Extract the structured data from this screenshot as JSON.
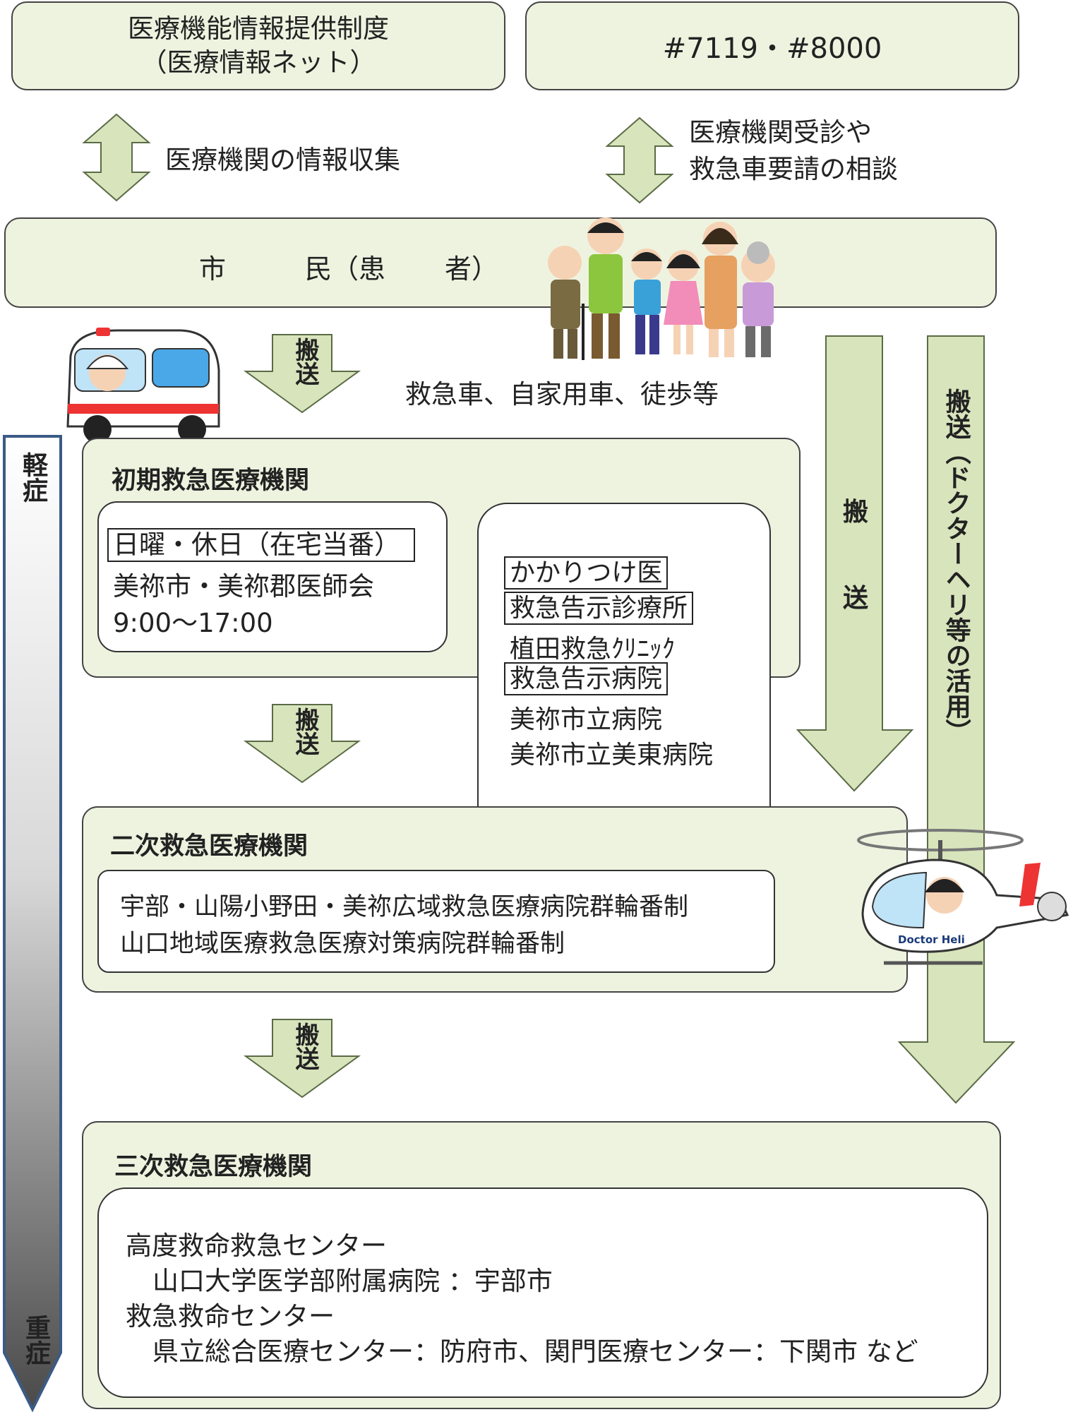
{
  "top_left_box": {
    "line1": "医療機能情報提供制度",
    "line2": "（医療情報ネット）"
  },
  "top_right_box": {
    "text": "#7119・#8000"
  },
  "left_exchange_label": "医療機関の情報収集",
  "right_exchange_label": {
    "line1": "医療機関受診や",
    "line2": "救急車要請の相談"
  },
  "citizen_bar": {
    "part1": "市",
    "part2": "民（患",
    "part3": "者）"
  },
  "transport_label": "搬送",
  "transport_means": "救急車、自家用車、徒歩等",
  "right_transport_label": "搬送",
  "doctor_heli_label": "搬送（ドクターヘリ等の活用）",
  "heli_logo_text": "Doctor Heli",
  "severity": {
    "mild": "軽症",
    "severe": "重症"
  },
  "primary": {
    "title": "初期救急医療機関",
    "holiday_header": "日曜・休日（在宅当番）",
    "association": "美祢市・美祢郡医師会",
    "hours": "9:00〜17:00"
  },
  "family_doctor": {
    "heading1": "かかりつけ医",
    "heading2": "救急告示診療所",
    "clinic": "植田救急ｸﾘﾆｯｸ",
    "heading3": "救急告示病院",
    "hospital1": "美祢市立病院",
    "hospital2": "美祢市立美東病院"
  },
  "secondary": {
    "title": "二次救急医療機関",
    "line1": "宇部・山陽小野田・美祢広域救急医療病院群輪番制",
    "line2": "山口地域医療救急医療対策病院群輪番制"
  },
  "tertiary": {
    "title": "三次救急医療機関",
    "center1_heading": "高度救命救急センター",
    "center1_detail": "山口大学医学部附属病院 ：宇部市",
    "center2_heading": "救急救命センター",
    "center2_detail": "県立総合医療センター：防府市、関門医療センター：下関市 など"
  },
  "colors": {
    "box_fill": "#eef3e0",
    "arrow_fill": "#d8e4bc",
    "arrow_stroke": "#5a6b45",
    "gradient_border": "#3b5a86"
  }
}
